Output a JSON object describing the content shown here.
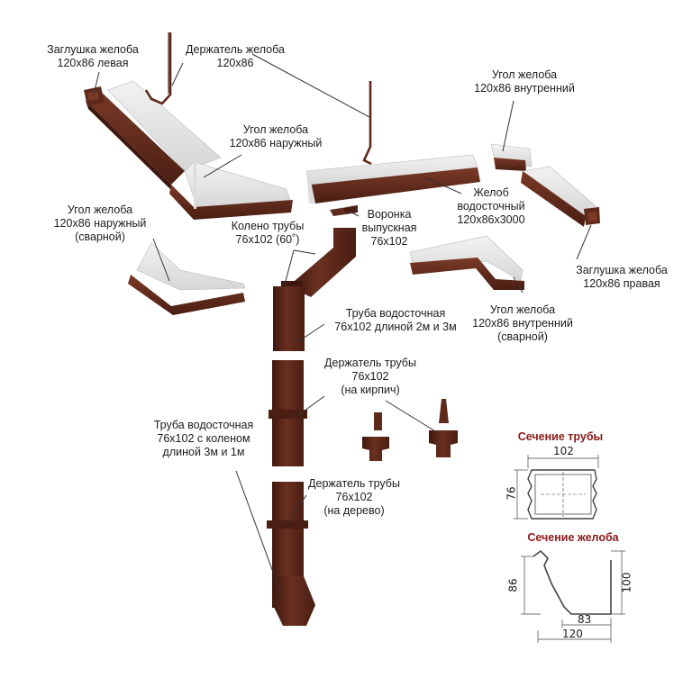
{
  "colors": {
    "metal": "#5e2a1c",
    "metal_dark": "#3e180f",
    "metal_light": "#7a3a27",
    "inner": "#e9e9e9",
    "leader": "#333333",
    "section_title": "#8b1a1a"
  },
  "labels": {
    "cap_left": [
      "Заглушка желоба",
      "120x86 левая"
    ],
    "gutter_bracket": [
      "Держатель желоба",
      "120x86"
    ],
    "corner_inner_top": [
      "Угол желоба",
      "120x86 внутренний"
    ],
    "corner_outer": [
      "Угол желоба",
      "120x86 наружный"
    ],
    "gutter": [
      "Желоб",
      "водосточный",
      "120x86x3000"
    ],
    "corner_outer_welded": [
      "Угол желоба",
      "120x86 наружный",
      "(сварной)"
    ],
    "elbow": [
      "Колено трубы",
      "76x102 (60˚)"
    ],
    "outlet": [
      "Воронка",
      "выпускная",
      "76x102"
    ],
    "cap_right": [
      "Заглушка желоба",
      "120x86 правая"
    ],
    "corner_inner_welded": [
      "Угол желоба",
      "120x86 внутренний",
      "(сварной)"
    ],
    "pipe": [
      "Труба водосточная",
      "76x102 длиной 2м и 3м"
    ],
    "pipe_holder_brick": [
      "Держатель трубы",
      "76x102",
      "(на кирпич)"
    ],
    "pipe_with_elbow": [
      "Труба водосточная",
      "76x102 с коленом",
      "длиной 3м и 1м"
    ],
    "pipe_holder_wood": [
      "Держатель трубы",
      "76x102",
      "(на дерево)"
    ]
  },
  "pipe_section": {
    "title": "Сечение трубы",
    "width": "102",
    "height": "76"
  },
  "gutter_section": {
    "title": "Сечение желоба",
    "height_left": "86",
    "height_right": "100",
    "bottom_inner": "83",
    "bottom_total": "120"
  }
}
